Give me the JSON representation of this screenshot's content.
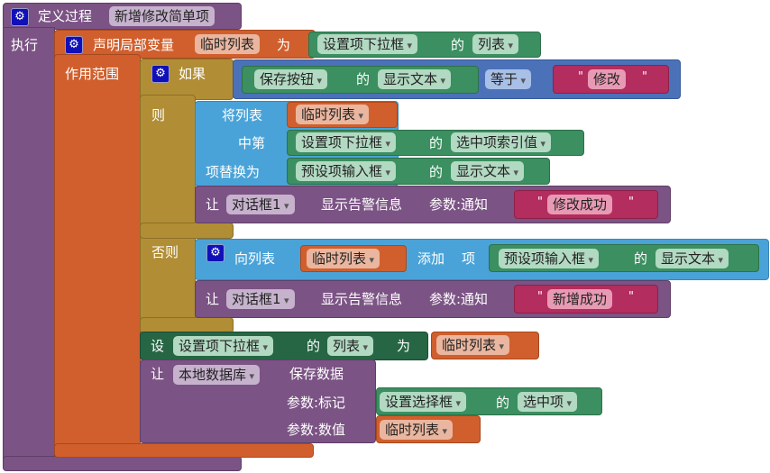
{
  "procedure": {
    "label": "定义过程",
    "name": "新增修改简单项",
    "do": "执行"
  },
  "local_var": {
    "label": "声明局部变量",
    "name": "临时列表",
    "as": "为",
    "scope": "作用范围",
    "init": {
      "component": "设置项下拉框",
      "of": "的",
      "prop": "列表"
    }
  },
  "if_block": {
    "if": "如果",
    "then": "则",
    "else": "否则",
    "condition": {
      "component": "保存按钮",
      "of": "的",
      "prop": "显示文本",
      "op": "等于",
      "text": "修改"
    }
  },
  "replace": {
    "l1": "将列表",
    "l2": "中第",
    "l3": "项替换为",
    "list": "临时列表",
    "idx_component": "设置项下拉框",
    "of": "的",
    "idx_prop": "选中项索引值",
    "item_component": "预设项输入框",
    "item_prop": "显示文本"
  },
  "alert1": {
    "let": "让",
    "component": "对话框1",
    "method": "显示告警信息",
    "param": "参数:通知",
    "text": "修改成功"
  },
  "add": {
    "label": "向列表",
    "list": "临时列表",
    "add": "添加",
    "item": "项",
    "component": "预设项输入框",
    "of": "的",
    "prop": "显示文本"
  },
  "alert2": {
    "let": "让",
    "component": "对话框1",
    "method": "显示告警信息",
    "param": "参数:通知",
    "text": "新增成功"
  },
  "setter": {
    "set": "设",
    "component": "设置项下拉框",
    "of": "的",
    "prop": "列表",
    "to": "为",
    "value": "临时列表"
  },
  "store": {
    "let": "让",
    "component": "本地数据库",
    "method": "保存数据",
    "tag_label": "参数:标记",
    "value_label": "参数:数值",
    "tag_component": "设置选择框",
    "of": "的",
    "tag_prop": "选中项",
    "value": "临时列表"
  },
  "quote": "\""
}
